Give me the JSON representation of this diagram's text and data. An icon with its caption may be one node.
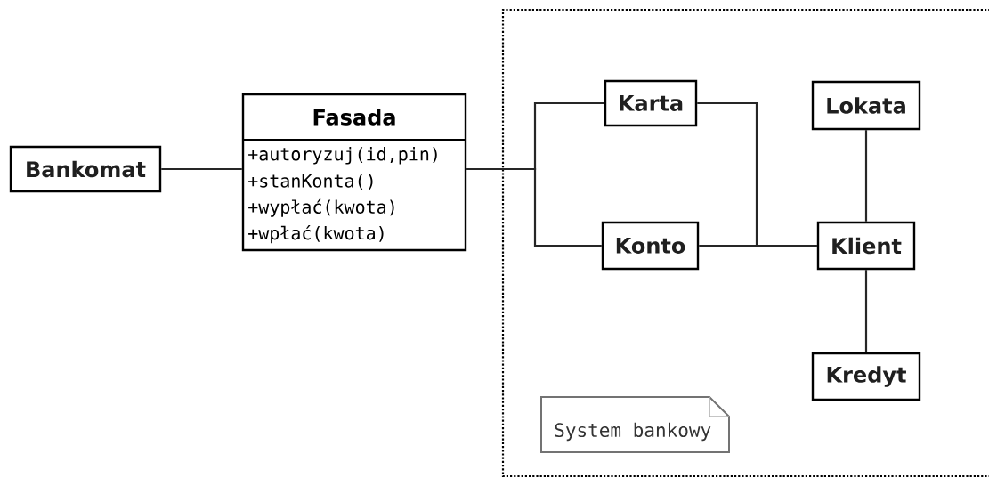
{
  "diagram": {
    "nodes": [
      {
        "text": [
          "Bankomat"
        ]
      },
      {
        "text": [
          "Fasada",
          "+autoryzuj(id,pin)",
          "+stanKonta()",
          "+wypłać(kwota)",
          "+wpłać(kwota)"
        ]
      },
      {
        "text": [],
        "shape": "box"
      },
      {
        "text": [
          "Karta"
        ],
        "in": 2
      },
      {
        "text": [
          "Lokata"
        ],
        "in": 2
      },
      {
        "text": [
          "Konto"
        ],
        "in": 2
      },
      {
        "text": [
          "Klient"
        ],
        "in": 2
      },
      {
        "text": [
          "Kredyt"
        ],
        "in": 2
      },
      {
        "text": [
          "System bankowy"
        ],
        "in": 2
      }
    ],
    "edges": [
      {
        "from": 0,
        "to": 1,
        "arrow": "none"
      },
      {
        "from": 1,
        "to": 3,
        "arrow": "none"
      },
      {
        "from": 1,
        "to": 5,
        "arrow": "none"
      },
      {
        "from": 3,
        "to": 6,
        "arrow": "none"
      },
      {
        "from": 5,
        "to": 6,
        "arrow": "none"
      },
      {
        "from": 4,
        "to": 6,
        "arrow": "none"
      },
      {
        "from": 6,
        "to": 7,
        "arrow": "none"
      }
    ]
  }
}
